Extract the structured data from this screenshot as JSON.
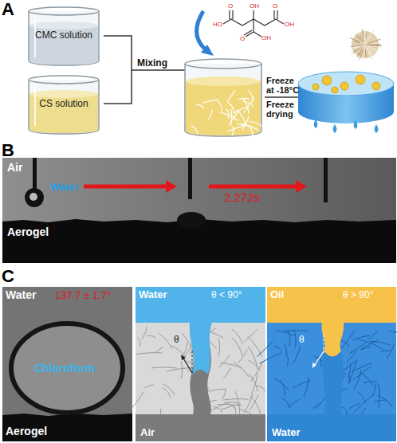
{
  "diagram": {
    "nodes": [
      {
        "text": [
          "CMC solution"
        ]
      },
      {
        "text": [
          "CS solution"
        ]
      },
      {
        "text": [
          "Air",
          "Water",
          "2.272s",
          "Aerogel"
        ]
      },
      {
        "text": [
          "Water",
          "137.7 ± 1.7°",
          "Chloroform",
          "Aerogel"
        ]
      },
      {
        "text": [
          "Water",
          "θ < 90°",
          "θ",
          "Air"
        ]
      },
      {
        "text": [
          "Oil",
          "θ > 90°",
          "θ",
          "Water"
        ]
      }
    ],
    "labels": [
      "A",
      "HO",
      "O",
      "OH",
      "O",
      "OH",
      "O",
      "OH",
      "Mixing",
      "Freeze at -18°C",
      "Freeze drying",
      "B",
      "C"
    ]
  }
}
